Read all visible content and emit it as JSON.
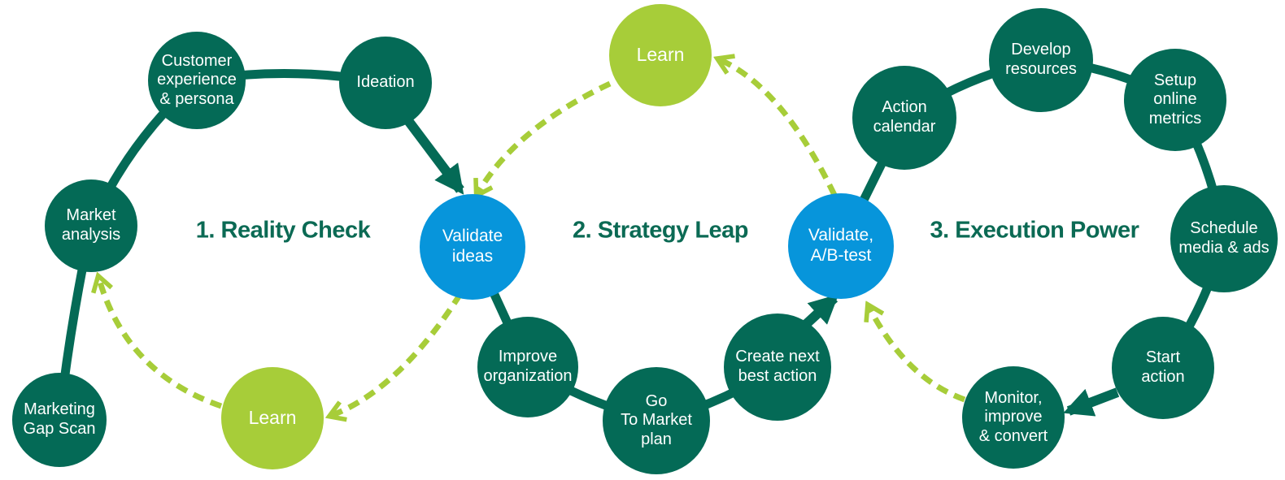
{
  "diagram": {
    "background_color": "#ffffff",
    "colors": {
      "step_circle": "#046a56",
      "learn_circle": "#a7cd39",
      "validate_circle": "#0795db",
      "phase_title_text": "#0b6a54",
      "node_text": "#ffffff",
      "solid_connector": "#046a56",
      "dashed_connector": "#a7cd39"
    },
    "phases": [
      {
        "label": "1. Reality Check"
      },
      {
        "label": "2. Strategy Leap"
      },
      {
        "label": "3. Execution Power"
      }
    ],
    "nodes": [
      {
        "id": "customer-experience",
        "label": "Customer\nexperience\n& persona",
        "kind": "step"
      },
      {
        "id": "ideation",
        "label": "Ideation",
        "kind": "step"
      },
      {
        "id": "market-analysis",
        "label": "Market\nanalysis",
        "kind": "step"
      },
      {
        "id": "marketing-gap-scan",
        "label": "Marketing\nGap Scan",
        "kind": "step"
      },
      {
        "id": "learn-reality",
        "label": "Learn",
        "kind": "learn"
      },
      {
        "id": "validate-ideas",
        "label": "Validate\nideas",
        "kind": "validate"
      },
      {
        "id": "learn-strategy",
        "label": "Learn",
        "kind": "learn"
      },
      {
        "id": "improve-organization",
        "label": "Improve\norganization",
        "kind": "step"
      },
      {
        "id": "go-to-market-plan",
        "label": "Go\nTo Market\nplan",
        "kind": "step"
      },
      {
        "id": "create-next-best-action",
        "label": "Create next\nbest action",
        "kind": "step"
      },
      {
        "id": "validate-ab-test",
        "label": "Validate,\nA/B-test",
        "kind": "validate"
      },
      {
        "id": "action-calendar",
        "label": "Action\ncalendar",
        "kind": "step"
      },
      {
        "id": "develop-resources",
        "label": "Develop\nresources",
        "kind": "step"
      },
      {
        "id": "setup-online-metrics",
        "label": "Setup\nonline\nmetrics",
        "kind": "step"
      },
      {
        "id": "schedule-media-ads",
        "label": "Schedule\nmedia & ads",
        "kind": "step"
      },
      {
        "id": "start-action",
        "label": "Start\naction",
        "kind": "step"
      },
      {
        "id": "monitor-improve-convert",
        "label": "Monitor,\nimprove\n& convert",
        "kind": "step"
      }
    ],
    "edges": [
      {
        "from": "marketing-gap-scan",
        "to": "market-analysis",
        "style": "solid",
        "arrow": false
      },
      {
        "from": "market-analysis",
        "to": "customer-experience",
        "style": "solid",
        "arrow": false
      },
      {
        "from": "customer-experience",
        "to": "ideation",
        "style": "solid",
        "arrow": false
      },
      {
        "from": "ideation",
        "to": "validate-ideas",
        "style": "solid",
        "arrow": true
      },
      {
        "from": "validate-ideas",
        "to": "learn-reality",
        "style": "dashed",
        "arrow": true
      },
      {
        "from": "learn-reality",
        "to": "market-analysis",
        "style": "dashed",
        "arrow": true
      },
      {
        "from": "validate-ideas",
        "to": "improve-organization",
        "style": "solid",
        "arrow": false
      },
      {
        "from": "improve-organization",
        "to": "go-to-market-plan",
        "style": "solid",
        "arrow": false
      },
      {
        "from": "go-to-market-plan",
        "to": "create-next-best-action",
        "style": "solid",
        "arrow": false
      },
      {
        "from": "create-next-best-action",
        "to": "validate-ab-test",
        "style": "solid",
        "arrow": true
      },
      {
        "from": "validate-ab-test",
        "to": "learn-strategy",
        "style": "dashed",
        "arrow": true
      },
      {
        "from": "learn-strategy",
        "to": "validate-ideas",
        "style": "dashed",
        "arrow": true
      },
      {
        "from": "validate-ab-test",
        "to": "action-calendar",
        "style": "solid",
        "arrow": false
      },
      {
        "from": "action-calendar",
        "to": "develop-resources",
        "style": "solid",
        "arrow": false
      },
      {
        "from": "develop-resources",
        "to": "setup-online-metrics",
        "style": "solid",
        "arrow": false
      },
      {
        "from": "setup-online-metrics",
        "to": "schedule-media-ads",
        "style": "solid",
        "arrow": false
      },
      {
        "from": "schedule-media-ads",
        "to": "start-action",
        "style": "solid",
        "arrow": false
      },
      {
        "from": "start-action",
        "to": "monitor-improve-convert",
        "style": "solid",
        "arrow": true
      },
      {
        "from": "monitor-improve-convert",
        "to": "validate-ab-test",
        "style": "dashed",
        "arrow": true
      }
    ]
  }
}
